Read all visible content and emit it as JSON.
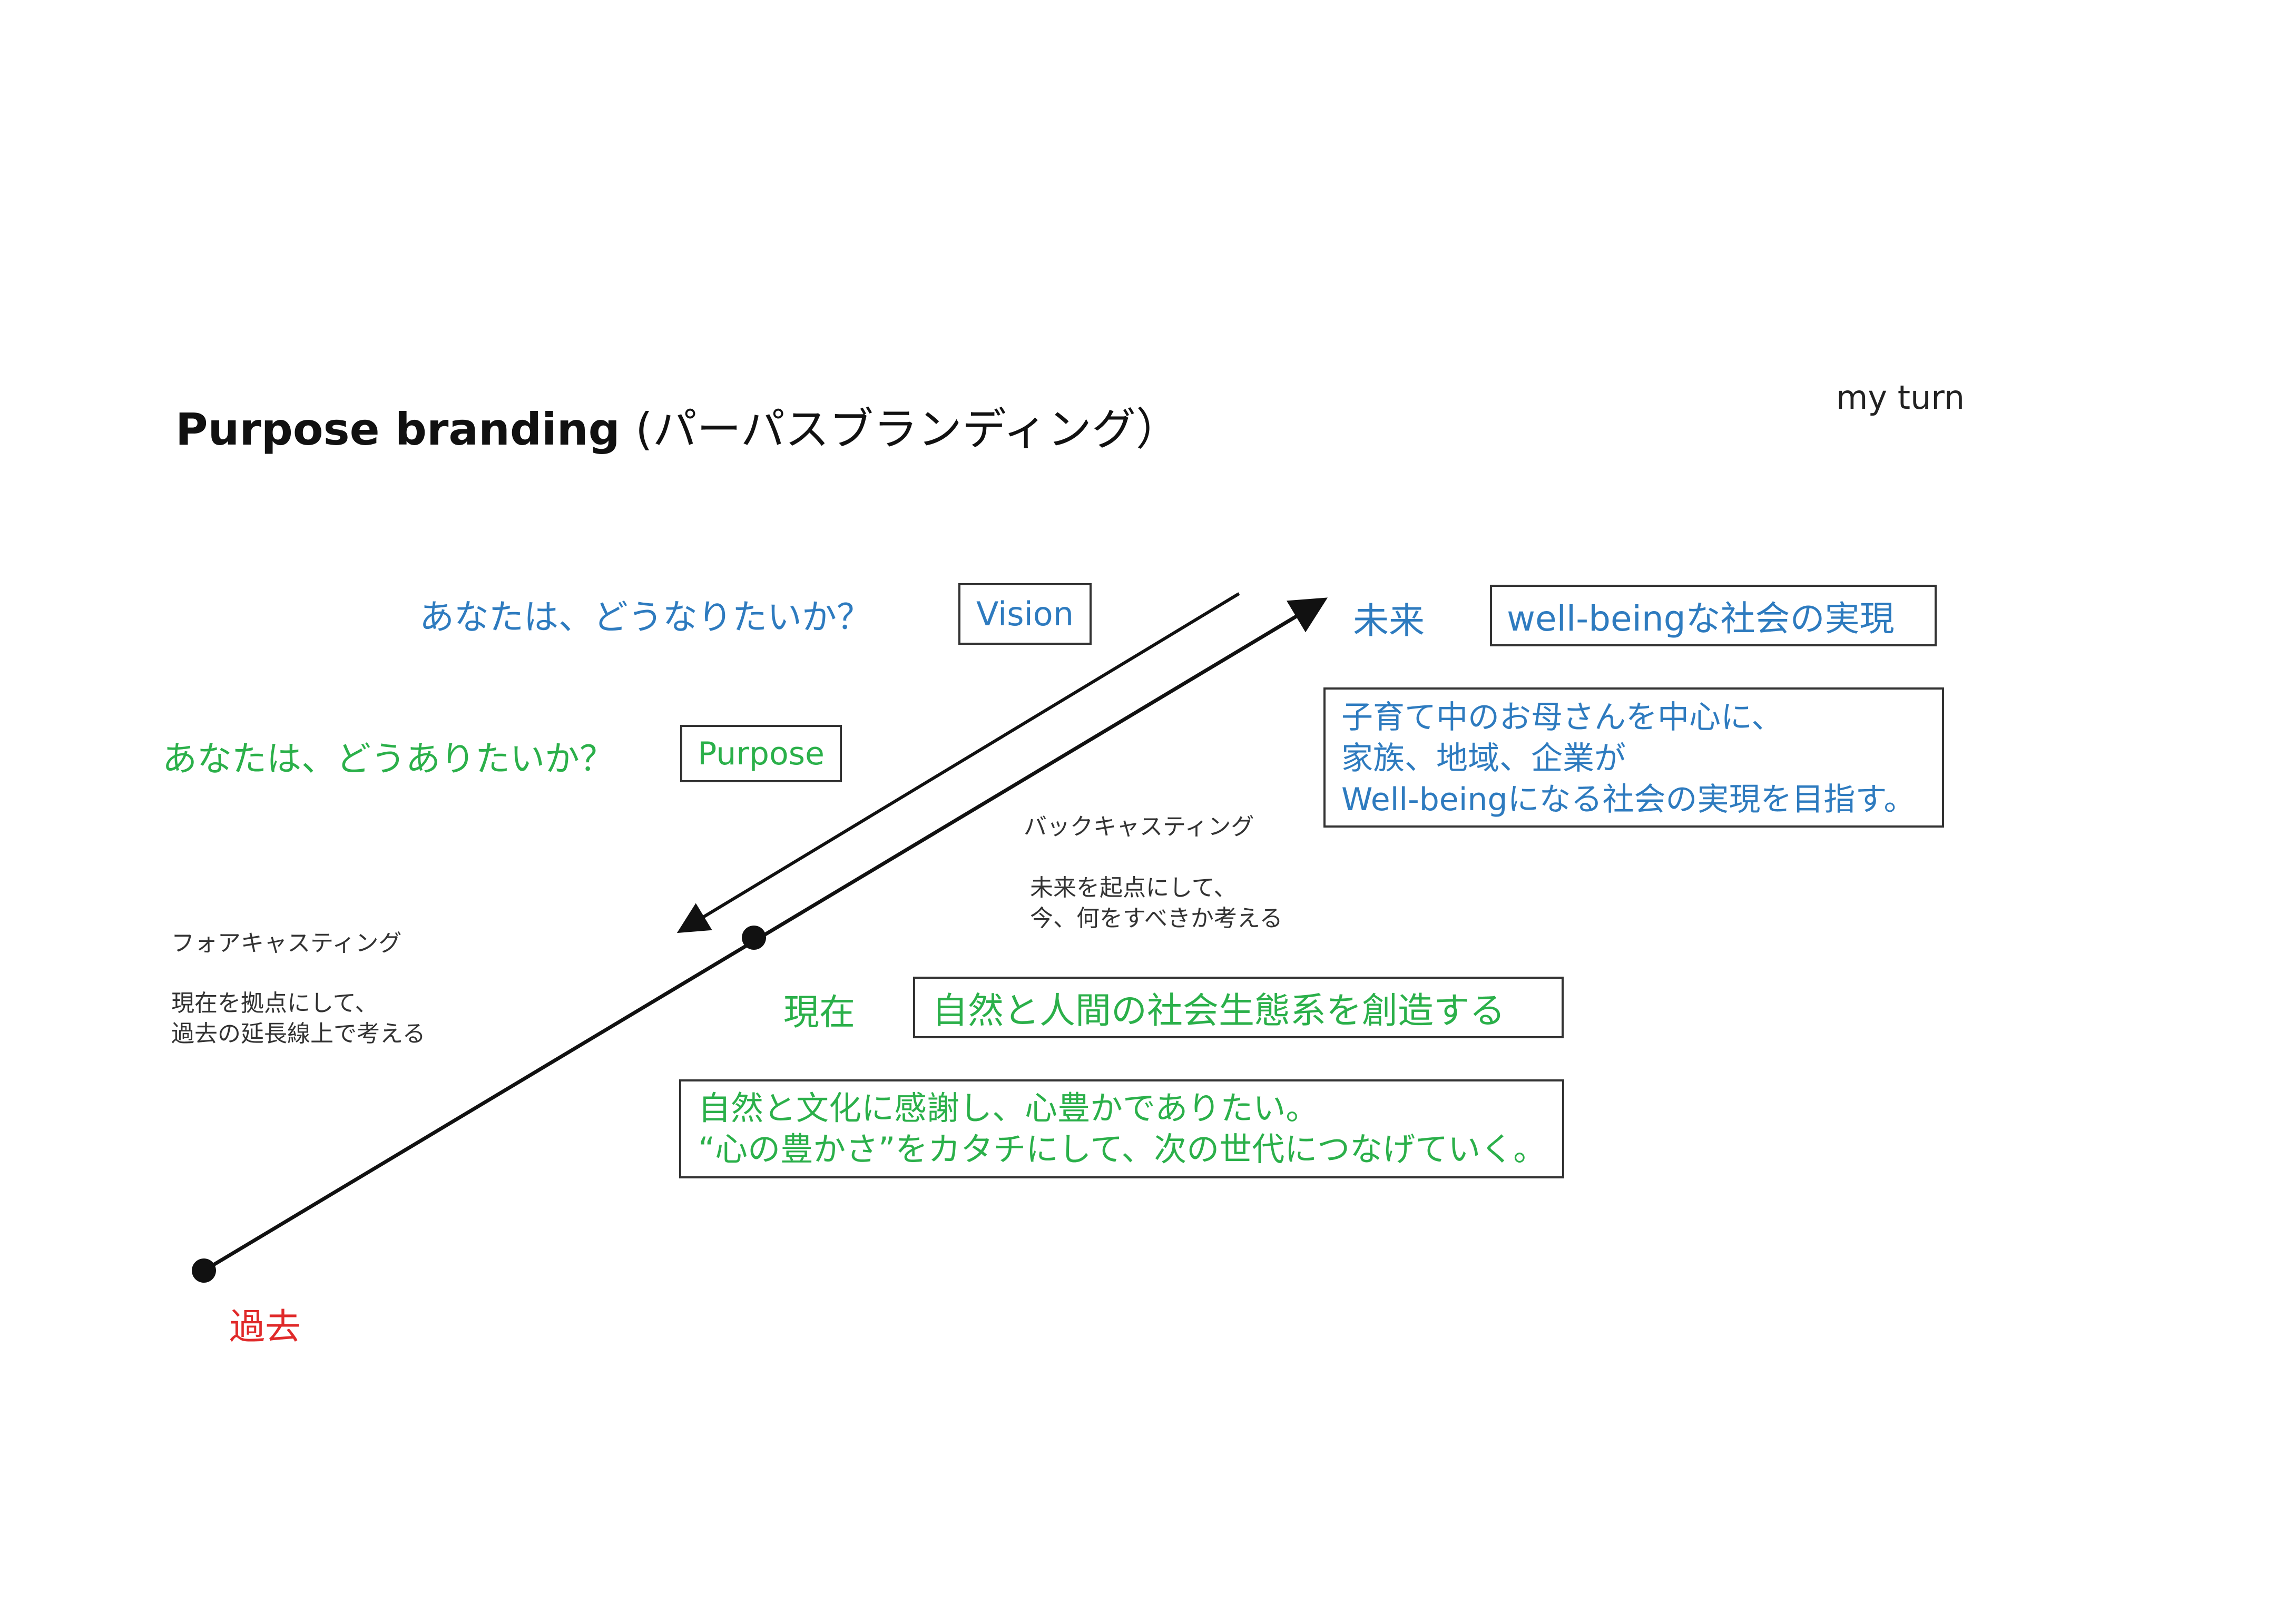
{
  "title": {
    "main": "Purpose branding",
    "sub": "(パーパスブランディング）"
  },
  "my_turn": "my turn",
  "vision": {
    "question": "あなたは、どうなりたいか？",
    "label": "Vision"
  },
  "purpose": {
    "question": "あなたは、どうありたいか？",
    "label": "Purpose"
  },
  "future": {
    "label": "未来",
    "goal": "well-beingな社会の実現",
    "description": [
      "子育て中のお母さんを中心に、",
      "家族、地域、企業が",
      "Well-beingになる社会の実現を目指す。"
    ]
  },
  "present": {
    "label": "現在",
    "goal": "自然と人間の社会生態系を創造する",
    "description": [
      "自然と文化に感謝し、心豊かでありたい。",
      "“心の豊かさ”をカタチにして、次の世代につなげていく。"
    ]
  },
  "past": {
    "label": "過去"
  },
  "backcasting": {
    "title": "バックキャスティング",
    "lines": [
      "未来を起点にして、",
      "今、何をすべきか考える"
    ]
  },
  "forecasting": {
    "title": "フォアキャスティング",
    "lines": [
      "現在を拠点にして、",
      "過去の延長線上で考える"
    ]
  },
  "colors": {
    "vision_blue": "#2e7bbf",
    "purpose_green": "#2bb04a",
    "past_red": "#e02a2a",
    "line": "#111111"
  }
}
